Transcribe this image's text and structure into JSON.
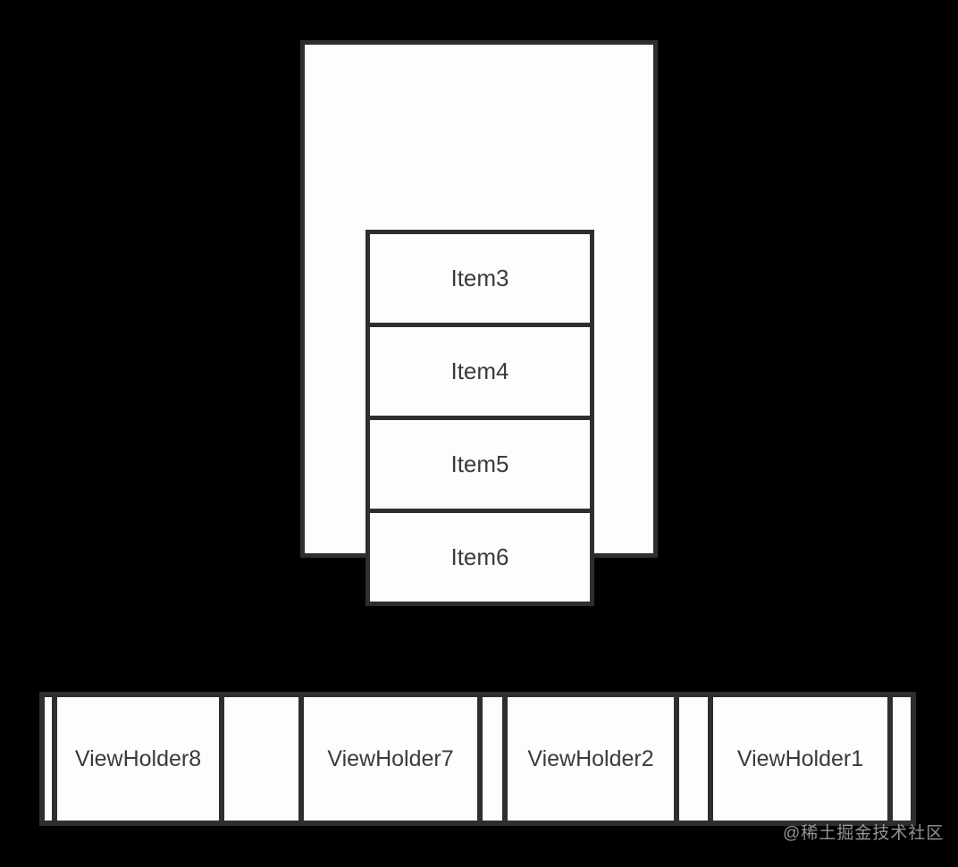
{
  "colors": {
    "background": "#000000",
    "stroke": "#2e2e2e",
    "fill": "#fdfdfd",
    "text": "#3b3b3b"
  },
  "viewport": {
    "items": [
      {
        "label": "Item3"
      },
      {
        "label": "Item4"
      },
      {
        "label": "Item5"
      },
      {
        "label": "Item6"
      }
    ]
  },
  "recycle_pool": {
    "holders": [
      {
        "label": "ViewHolder8"
      },
      {
        "label": "ViewHolder7"
      },
      {
        "label": "ViewHolder2"
      },
      {
        "label": "ViewHolder1"
      }
    ]
  },
  "watermark": {
    "text": "@稀土掘金技术社区"
  }
}
